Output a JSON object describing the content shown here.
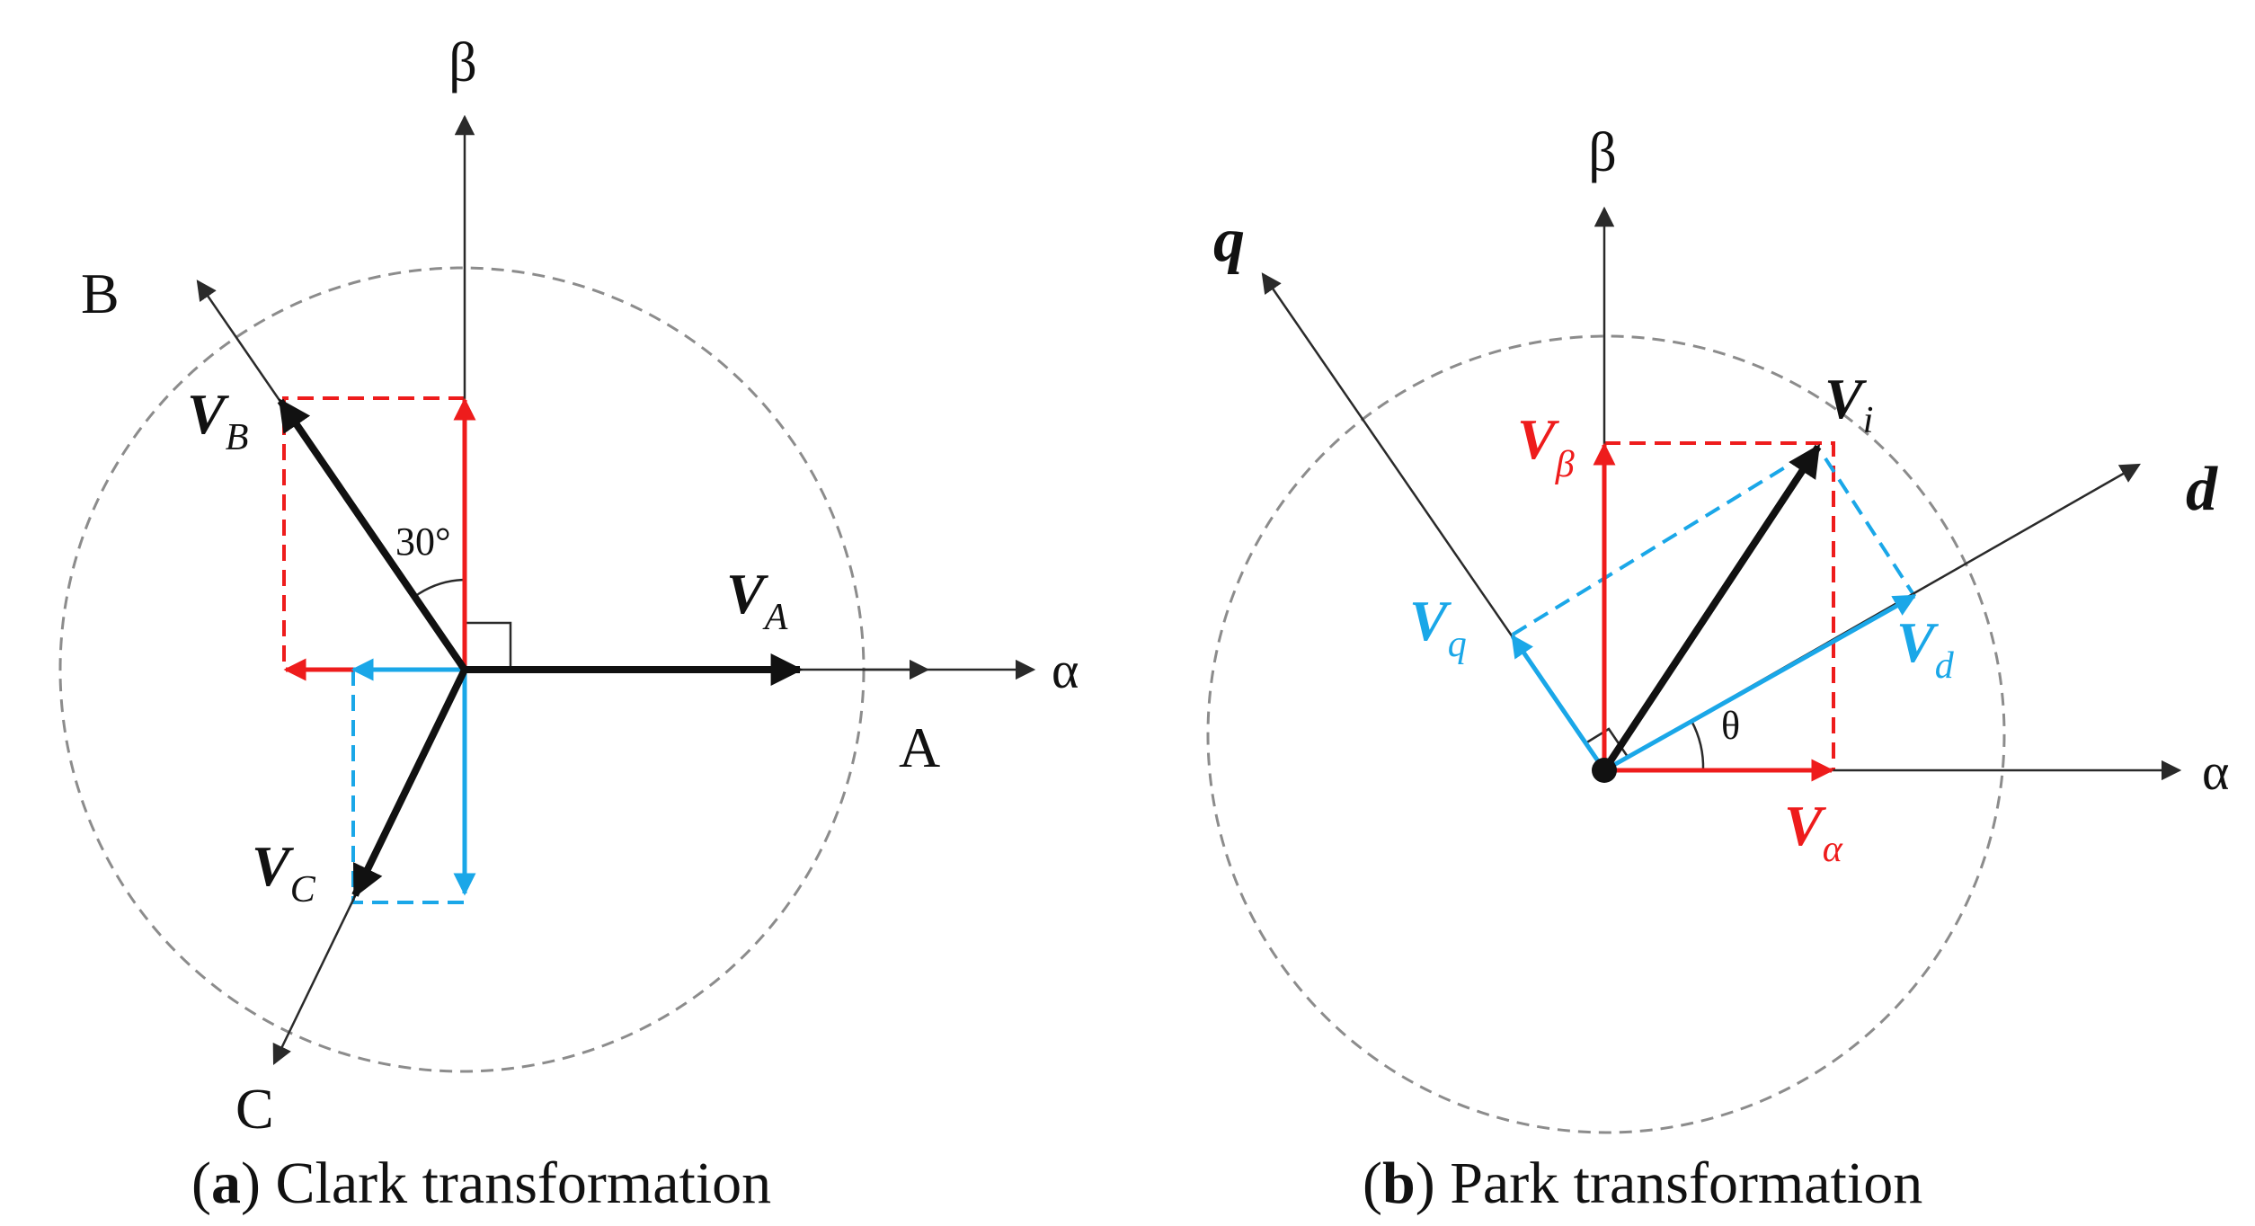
{
  "colors": {
    "black": "#111111",
    "red": "#ee1c1c",
    "blue": "#1aa7e8",
    "circle": "#8c8c8c",
    "axis": "#2a2a2a"
  },
  "panel_a": {
    "caption_letter": "a",
    "caption_text": "Clark transformation",
    "axis_beta": "β",
    "axis_alpha": "α",
    "phase_a": "A",
    "phase_b": "B",
    "phase_c": "C",
    "angle_label": "30°",
    "va": {
      "main": "V",
      "sub": "A"
    },
    "vb": {
      "main": "V",
      "sub": "B"
    },
    "vc": {
      "main": "V",
      "sub": "C"
    }
  },
  "panel_b": {
    "caption_letter": "b",
    "caption_text": "Park transformation",
    "axis_beta": "β",
    "axis_alpha": "α",
    "axis_q": "q",
    "axis_d": "d",
    "theta": "θ",
    "vi": {
      "main": "V",
      "sub": "i"
    },
    "vbeta": {
      "main": "V",
      "sub": "β"
    },
    "valpha": {
      "main": "V",
      "sub": "α"
    },
    "vq": {
      "main": "V",
      "sub": "q"
    },
    "vd": {
      "main": "V",
      "sub": "d"
    }
  }
}
